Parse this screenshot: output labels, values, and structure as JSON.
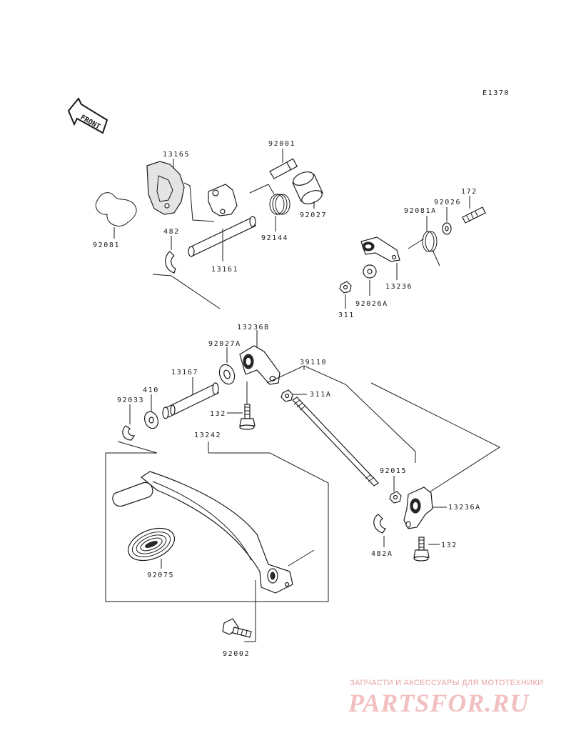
{
  "diagram": {
    "code": "E1370",
    "direction_label": "FRONT",
    "parts": [
      {
        "id": "13165",
        "label": "13165"
      },
      {
        "id": "92001",
        "label": "92001"
      },
      {
        "id": "92081",
        "label": "92081"
      },
      {
        "id": "482",
        "label": "482"
      },
      {
        "id": "92144",
        "label": "92144"
      },
      {
        "id": "92027",
        "label": "92027"
      },
      {
        "id": "13161",
        "label": "13161"
      },
      {
        "id": "172",
        "label": "172"
      },
      {
        "id": "92026",
        "label": "92026"
      },
      {
        "id": "92081A",
        "label": "92081A"
      },
      {
        "id": "13236",
        "label": "13236"
      },
      {
        "id": "92026A",
        "label": "92026A"
      },
      {
        "id": "311",
        "label": "311"
      },
      {
        "id": "13236B",
        "label": "13236B"
      },
      {
        "id": "92027A",
        "label": "92027A"
      },
      {
        "id": "39110",
        "label": "39110"
      },
      {
        "id": "13167",
        "label": "13167"
      },
      {
        "id": "410",
        "label": "410"
      },
      {
        "id": "92033",
        "label": "92033"
      },
      {
        "id": "311A",
        "label": "311A"
      },
      {
        "id": "132a",
        "label": "132"
      },
      {
        "id": "13242",
        "label": "13242"
      },
      {
        "id": "92015",
        "label": "92015"
      },
      {
        "id": "13236A",
        "label": "13236A"
      },
      {
        "id": "482A",
        "label": "482A"
      },
      {
        "id": "132b",
        "label": "132"
      },
      {
        "id": "92075",
        "label": "92075"
      },
      {
        "id": "92002",
        "label": "92002"
      }
    ]
  },
  "watermark": {
    "caption": "ЗАПЧАСТИ И АКСЕССУАРЫ ДЛЯ МОТОТЕХНИКИ",
    "logo": "PARTSFOR.RU"
  }
}
